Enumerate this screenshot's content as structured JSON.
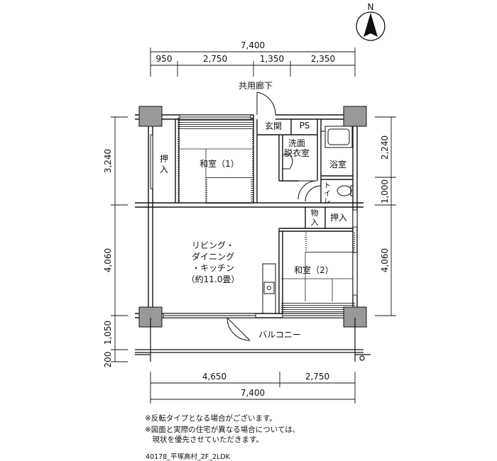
{
  "compass": {
    "label": "N"
  },
  "dimensions": {
    "top_total": "7,400",
    "top_segments": [
      "950",
      "2,750",
      "1,350",
      "2,350"
    ],
    "bottom_segments": [
      "4,650",
      "2,750"
    ],
    "bottom_total": "7,400",
    "left_segments": [
      "3,240",
      "4,060",
      "1,050",
      "200"
    ],
    "right_segments": [
      "2,240",
      "1,000",
      "4,060"
    ]
  },
  "labels": {
    "corridor": "共用廊下",
    "entrance": "玄関",
    "ps": "PS",
    "washroom_line1": "洗面",
    "washroom_line2": "脱衣室",
    "bathroom": "浴室",
    "toilet_chars": [
      "ト",
      "イ",
      "レ"
    ],
    "storage_left_line1": "押",
    "storage_left_line2": "入",
    "closet_line1": "物",
    "closet_line2": "入",
    "storage_right": "押入",
    "washitsu1": "和室（1）",
    "washitsu2": "和室（2）",
    "ldk_line1": "リビング・",
    "ldk_line2": "ダイニング",
    "ldk_line3": "・キッチン",
    "ldk_line4": "（約11.0畳）",
    "balcony": "バルコニー"
  },
  "notes": {
    "line1": "※反転タイプとなる場合がございます。",
    "line2": "※図面と実際の住宅が異なる場合については、",
    "line3": "　現状を優先させていただきます。"
  },
  "caption": "40178_平塚高村_2F_2LDK"
}
